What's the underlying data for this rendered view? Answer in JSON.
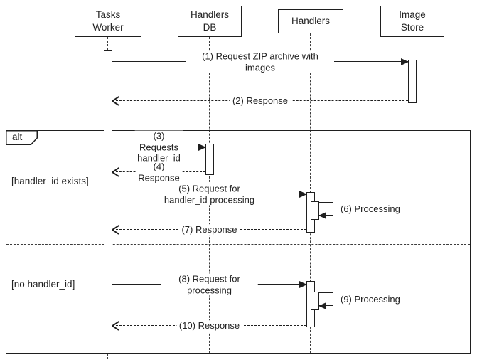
{
  "colors": {
    "background": "#ffffff",
    "line": "#1f1f1f",
    "text": "#222222"
  },
  "icons": {
    "sync_arrowhead": "filled-right-triangle",
    "return_arrowhead": "open-left-chevron"
  },
  "participants": [
    {
      "label": "Tasks\nWorker"
    },
    {
      "label": "Handlers\nDB"
    },
    {
      "label": "Handlers"
    },
    {
      "label": "Image\nStore"
    }
  ],
  "alt_frame": {
    "operator": "alt",
    "guard_1": "[handler_id exists]",
    "guard_2": "[no handler_id]"
  },
  "messages": [
    {
      "label": "(1) Request ZIP archive with images",
      "from": "Tasks Worker",
      "to": "Image Store",
      "type": "sync"
    },
    {
      "label": "(2) Response",
      "from": "Image Store",
      "to": "Tasks Worker",
      "type": "return"
    },
    {
      "label": "(3) Requests\nhandler_id",
      "from": "Tasks Worker",
      "to": "Handlers DB",
      "type": "sync"
    },
    {
      "label": "(4) Response",
      "from": "Handlers DB",
      "to": "Tasks Worker",
      "type": "return"
    },
    {
      "label": "(5) Request for handler_id processing",
      "from": "Tasks Worker",
      "to": "Handlers",
      "type": "sync"
    },
    {
      "label": "(6) Processing",
      "from": "Handlers",
      "to": "Handlers",
      "type": "self"
    },
    {
      "label": "(7) Response",
      "from": "Handlers",
      "to": "Tasks Worker",
      "type": "return"
    },
    {
      "label": "(8) Request for processing",
      "from": "Tasks Worker",
      "to": "Handlers",
      "type": "sync"
    },
    {
      "label": "(9) Processing",
      "from": "Handlers",
      "to": "Handlers",
      "type": "self"
    },
    {
      "label": "(10) Response",
      "from": "Handlers",
      "to": "Tasks Worker",
      "type": "return"
    }
  ]
}
